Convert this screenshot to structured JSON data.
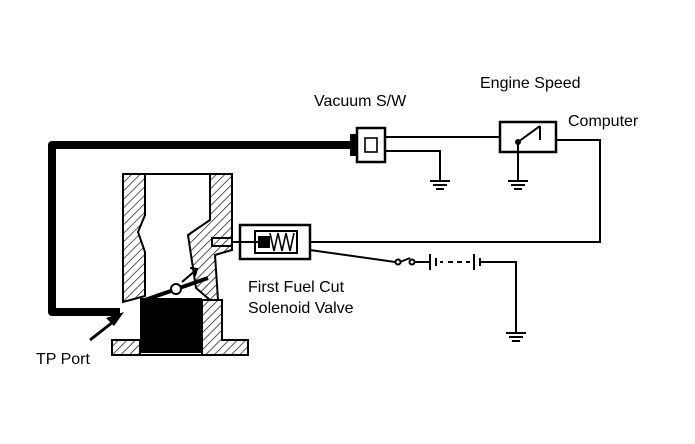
{
  "labels": {
    "vacuum_switch": "Vacuum S/W",
    "engine_speed": "Engine Speed",
    "computer": "Computer",
    "solenoid_line1": "First Fuel Cut",
    "solenoid_line2": "Solenoid Valve",
    "tp_port": "TP Port"
  },
  "colors": {
    "ink": "#000000",
    "paper": "#ffffff"
  }
}
